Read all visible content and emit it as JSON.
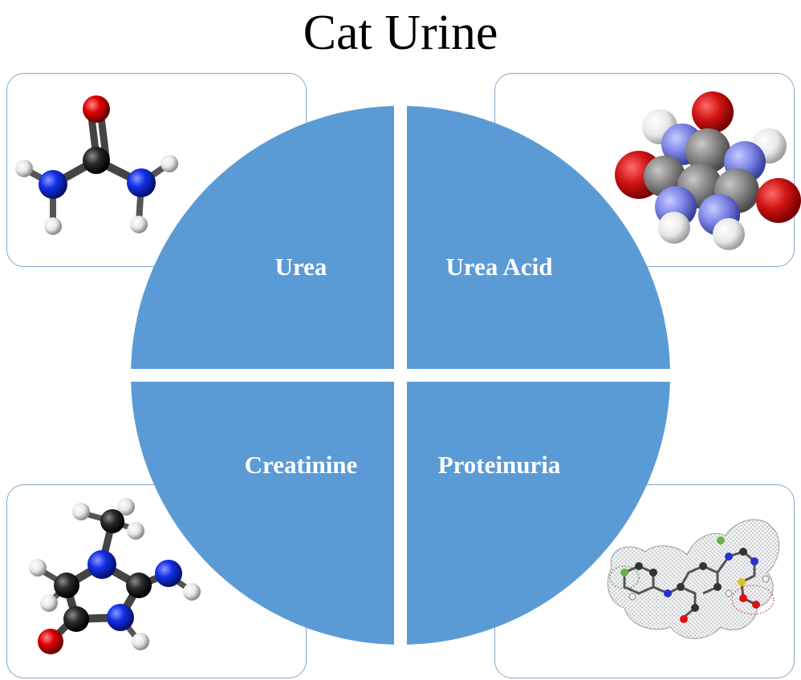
{
  "title": "Cat Urine",
  "quadrants": [
    {
      "label": "Urea",
      "position": "top-left",
      "molecule": "urea-molecule-icon"
    },
    {
      "label": "Urea Acid",
      "position": "top-right",
      "molecule": "uric-acid-molecule-icon"
    },
    {
      "label": "Creatinine",
      "position": "bottom-left",
      "molecule": "creatinine-molecule-icon"
    },
    {
      "label": "Proteinuria",
      "position": "bottom-right",
      "molecule": "protein-mesh-molecule-icon"
    }
  ],
  "colors": {
    "quadrant_fill": "#5b9bd5",
    "panel_border": "#7fa8cf",
    "label_text": "#ffffff",
    "title_text": "#000000"
  }
}
